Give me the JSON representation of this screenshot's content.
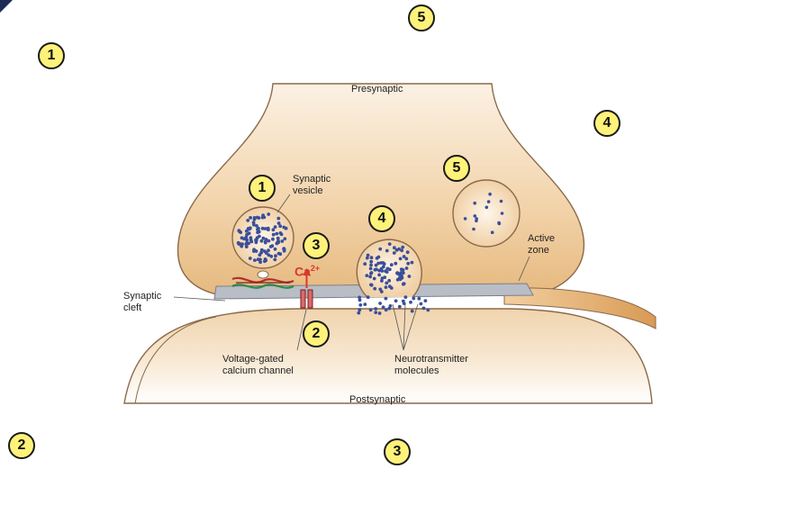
{
  "labels": {
    "presynaptic": "Presynaptic",
    "postsynaptic": "Postsynaptic",
    "synaptic_vesicle": [
      "Synaptic",
      "vesicle"
    ],
    "active_zone": [
      "Active",
      "zone"
    ],
    "synaptic_cleft": [
      "Synaptic",
      "cleft"
    ],
    "voltage_gated_channel": [
      "Voltage-gated",
      "calcium channel"
    ],
    "neurotransmitter": [
      "Neurotransmitter",
      "molecules"
    ],
    "calcium_ion": "Ca",
    "calcium_charge": "2+"
  },
  "diagram_markers": [
    "1",
    "2",
    "3",
    "4",
    "5"
  ],
  "answer_markers": [
    "1",
    "2",
    "3",
    "4",
    "5"
  ],
  "colors": {
    "cytoplasm_light": "#f7e7d2",
    "cytoplasm_dark": "#e2b47d",
    "membrane": "#8a6a4a",
    "active_zone": "#b8bcc4",
    "dots": "#3b4f9a",
    "calcium": "#d9382c",
    "badge": "#fff27a"
  }
}
